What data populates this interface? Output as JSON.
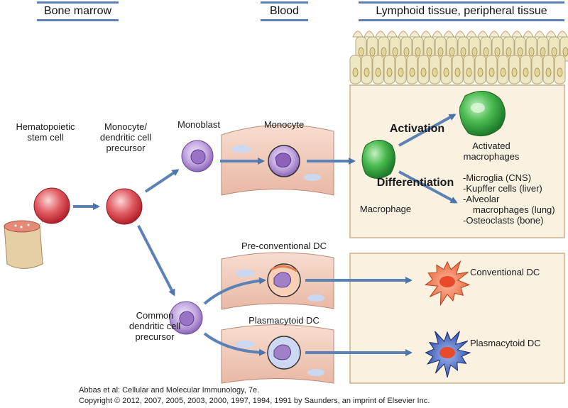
{
  "headers": {
    "bone_marrow": "Bone marrow",
    "blood": "Blood",
    "lymphoid": "Lymphoid tissue, peripheral tissue"
  },
  "labels": {
    "hsc": "Hematopoietic stem cell",
    "mono_dc_precursor": "Monocyte/ dendritic cell precursor",
    "monoblast": "Monoblast",
    "monocyte": "Monocyte",
    "activation": "Activation",
    "activated_macrophages": "Activated macrophages",
    "differentiation": "Differentiation",
    "macrophage": "Macrophage",
    "tissue_macrophages": [
      "-Microglia (CNS)",
      "-Kupffer cells (liver)",
      "-Alveolar",
      "macrophages (lung)",
      "-Osteoclasts (bone)"
    ],
    "pre_conventional_dc": "Pre-conventional DC",
    "conventional_dc": "Conventional DC",
    "common_dc_precursor": "Common dendritic cell precursor",
    "plasmacytoid_dc_label": "Plasmacytoid DC",
    "plasmacytoid_dc": "Plasmacytoid DC"
  },
  "caption": {
    "line1": "Abbas et al: Cellular and Molecular Immunology, 7e.",
    "line2": "Copyright © 2012, 2007, 2005, 2003, 2000, 1997, 1994, 1991 by Saunders, an imprint of Elsevier Inc."
  },
  "colors": {
    "header_rule": "#5a82b8",
    "arrow": "#5b82b6",
    "tissue_box": "#fbf1e0",
    "tissue_border": "#c9b08a",
    "epithelium": "#efe6c4",
    "vessel": "#f3d0c0",
    "red_cell": "#d9434c",
    "purple_cell": "#a889c9",
    "green_cell": "#3eae48",
    "orange_dc": "#f28a62",
    "blue_dc": "#3f62b8"
  },
  "icons": {
    "bone": "bone-cross-section-icon",
    "stem_cell": "red-cell-icon",
    "monocyte": "purple-cell-icon",
    "macrophage": "green-cell-icon",
    "dendritic_cell": "dendritic-cell-icon"
  }
}
